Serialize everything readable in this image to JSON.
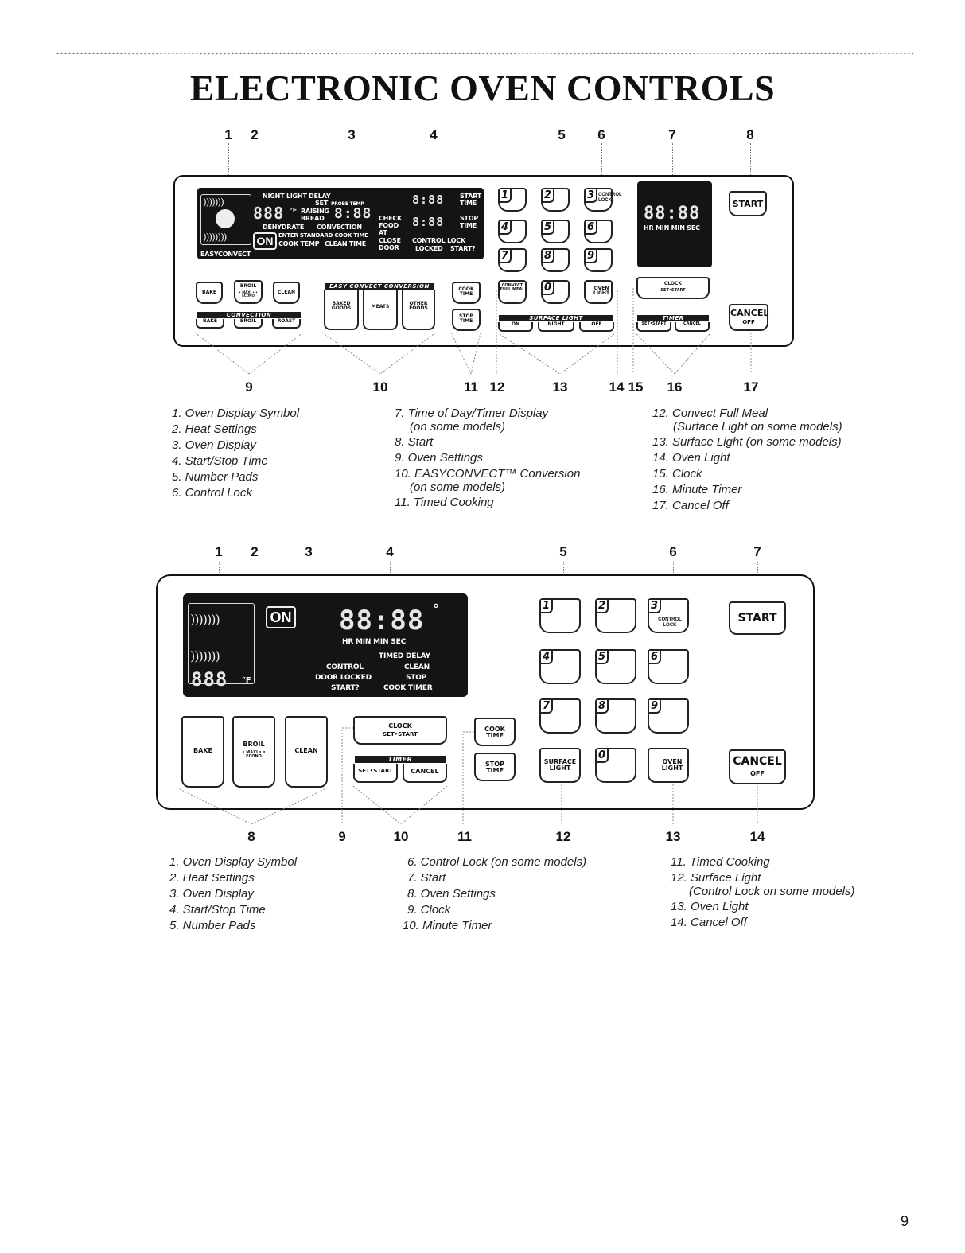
{
  "page": {
    "title": "ELECTRONIC OVEN CONTROLS",
    "page_number": "9"
  },
  "diagram1": {
    "top_callouts": [
      "1",
      "2",
      "3",
      "4",
      "5",
      "6",
      "7",
      "8"
    ],
    "bottom_callouts": [
      "9",
      "10",
      "11",
      "12",
      "13",
      "14",
      "15",
      "16",
      "17"
    ],
    "display": {
      "heat_settings": [
        "NIGHT LIGHT",
        "DELAY",
        "SET",
        "PROBE TEMP",
        "RAISING",
        "BREAD",
        "DEHYDRATE",
        "CONVECTION",
        "ENTER STANDARD COOK TIME",
        "COOK TEMP",
        "CLEAN TIME"
      ],
      "status_labels": [
        "START TIME",
        "STOP TIME",
        "CHECK FOOD AT",
        "CLOSE DOOR",
        "CONTROL LOCK",
        "LOCKED",
        "START?"
      ],
      "digits_large": "8:88",
      "digits_temp": "888",
      "degree_f": "°F",
      "on_label": "ON",
      "symbol_label": "EASYCONVECT",
      "clock_digits": "88:88",
      "clock_units": "HR MIN  MIN SEC"
    },
    "number_keys": [
      "1",
      "2",
      "3",
      "4",
      "5",
      "6",
      "7",
      "8",
      "9",
      "0"
    ],
    "control_lock_label": "CONTROL LOCK",
    "buttons": {
      "start": "START",
      "cancel": "CANCEL",
      "cancel_sub": "OFF",
      "bake": "BAKE",
      "broil": "BROIL",
      "broil_sub": "• MAXI  • • ECONO",
      "clean": "CLEAN",
      "convection_bar": "CONVECTION",
      "conv_bake": "BAKE",
      "conv_broil": "BROIL",
      "conv_roast": "ROAST",
      "easy_bar": "EASY CONVECT CONVERSION",
      "baked_goods": "BAKED GOODS",
      "meats": "MEATS",
      "other_foods": "OTHER FOODS",
      "cook_time": "COOK TIME",
      "stop_time": "STOP TIME",
      "convect_full_meal": "CONVECT FULL MEAL",
      "surface_light_bar": "SURFACE LIGHT",
      "surface_on": "ON",
      "surface_night": "NIGHT",
      "surface_off": "OFF",
      "oven_light": "OVEN LIGHT",
      "clock": "CLOCK",
      "clock_sub": "SET•START",
      "timer_bar": "TIMER",
      "timer_set": "SET•START",
      "timer_cancel": "CANCEL"
    },
    "legend_col1": [
      "1. Oven Display Symbol",
      "2. Heat Settings",
      "3. Oven Display",
      "4. Start/Stop Time",
      "5. Number Pads",
      "6. Control Lock"
    ],
    "legend_col2": [
      "7. Time of Day/Timer Display",
      "(on some models)",
      "8. Start",
      "9. Oven Settings",
      "10. EASYCONVECT™ Conversion",
      "(on some models)",
      "11. Timed Cooking"
    ],
    "legend_col3": [
      "12. Convect Full Meal",
      "(Surface Light on some models)",
      "13. Surface Light (on some models)",
      "14. Oven Light",
      "15. Clock",
      "16. Minute Timer",
      "17. Cancel Off"
    ]
  },
  "diagram2": {
    "top_callouts": [
      "1",
      "2",
      "3",
      "4",
      "5",
      "6",
      "7"
    ],
    "bottom_callouts": [
      "8",
      "9",
      "10",
      "11",
      "12",
      "13",
      "14"
    ],
    "display": {
      "digits": "88:88",
      "degree": "°",
      "units": "HR MIN   MIN SEC",
      "timed_delay": "TIMED DELAY",
      "control": "CONTROL",
      "clean": "CLEAN",
      "door_locked": "DOOR LOCKED",
      "stop": "STOP",
      "start_q": "START?",
      "cook_timer": "COOK TIMER",
      "temp_digits": "888",
      "on_label": "ON",
      "degree_f": "°F"
    },
    "number_keys": [
      "1",
      "2",
      "3",
      "4",
      "5",
      "6",
      "7",
      "8",
      "9",
      "0"
    ],
    "control_lock_label": "CONTROL LOCK",
    "buttons": {
      "start": "START",
      "cancel": "CANCEL",
      "cancel_sub": "OFF",
      "bake": "BAKE",
      "broil": "BROIL",
      "broil_sub": "• MAXI  • • ECONO",
      "clean": "CLEAN",
      "clock": "CLOCK",
      "clock_sub": "SET•START",
      "timer_bar": "TIMER",
      "timer_set": "SET•START",
      "timer_cancel": "CANCEL",
      "cook_time": "COOK TIME",
      "stop_time": "STOP TIME",
      "surface_light": "SURFACE LIGHT",
      "oven_light": "OVEN LIGHT"
    },
    "legend_col1": [
      "1. Oven Display Symbol",
      "2. Heat Settings",
      "3. Oven Display",
      "4. Start/Stop Time",
      "5. Number Pads"
    ],
    "legend_col2": [
      "6. Control Lock (on some models)",
      "7. Start",
      "8. Oven Settings",
      "9. Clock",
      "10. Minute Timer"
    ],
    "legend_col3": [
      "11. Timed Cooking",
      "12. Surface Light",
      "(Control Lock on some models)",
      "13. Oven Light",
      "14. Cancel Off"
    ]
  }
}
